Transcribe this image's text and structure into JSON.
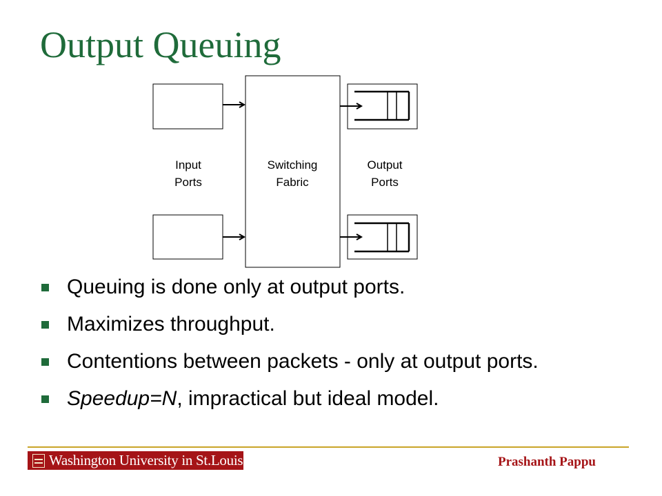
{
  "slide": {
    "title": "Output Queuing"
  },
  "diagram": {
    "input_label": [
      "Input",
      "Ports"
    ],
    "fabric_label": [
      "Switching",
      "Fabric"
    ],
    "output_label": [
      "Output",
      "Ports"
    ]
  },
  "bullets": [
    {
      "text": "Queuing is done only at output ports."
    },
    {
      "text": "Maximizes throughput."
    },
    {
      "text": "Contentions between packets - only at output ports."
    },
    {
      "em": "Speedup=N",
      "rest": ", impractical but ideal model."
    }
  ],
  "footer": {
    "logo_text": "Washington University in St.Louis",
    "author": "Prashanth Pappu"
  },
  "colors": {
    "title": "#1f6b3a",
    "rule": "#c9a427",
    "logo": "#a51417"
  }
}
